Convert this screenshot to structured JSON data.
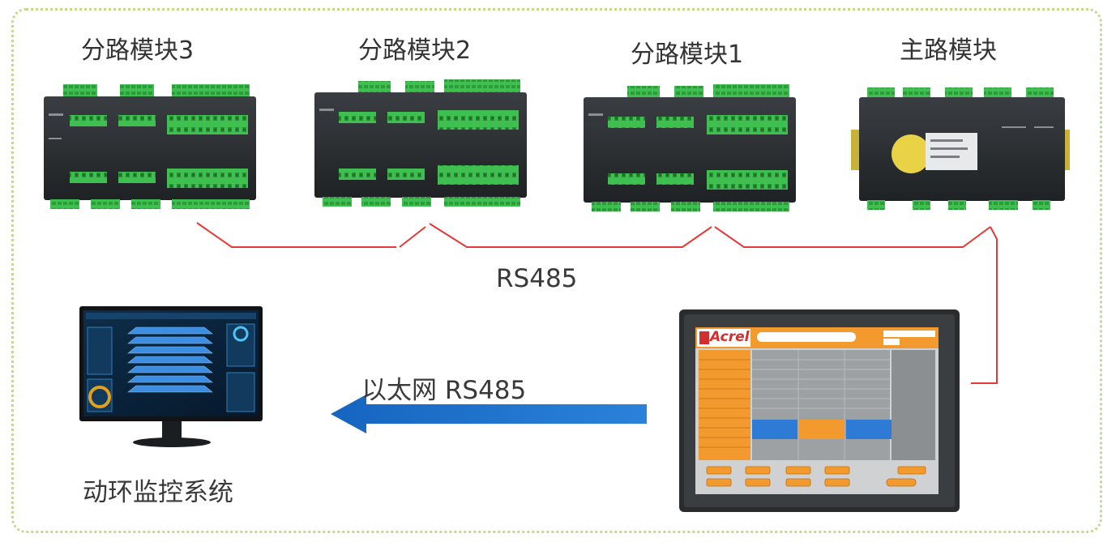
{
  "modules": [
    {
      "label": "分路模块3"
    },
    {
      "label": "分路模块2"
    },
    {
      "label": "分路模块1"
    },
    {
      "label": "主路模块"
    }
  ],
  "bus_label": "RS485",
  "uplink_label": "以太网 RS485",
  "monitor_label": "动环监控系统",
  "hmi": {
    "brand": "Acrel"
  },
  "colors": {
    "bus_line": "#e53935",
    "arrow": "#1565c0",
    "terminal": "#3fbf4f",
    "module_body": "#2e3134",
    "hmi_orange": "#f29a2e",
    "frame": "#c3d98e"
  }
}
